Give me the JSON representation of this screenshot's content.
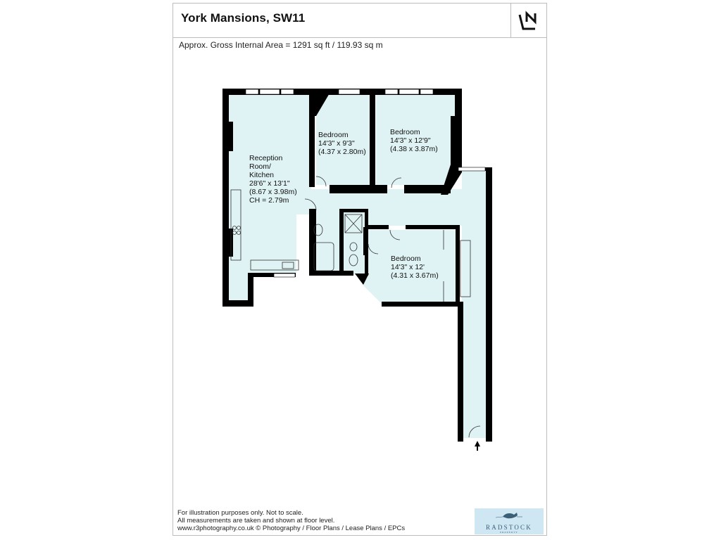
{
  "header": {
    "title": "York Mansions, SW11",
    "area_text": "Approx. Gross Internal Area = 1291 sq ft  /  119.93 sq m"
  },
  "rooms": {
    "reception": {
      "name1": "Reception",
      "name2": "Room/",
      "name3": "Kitchen",
      "dim_imperial": "28'6\" x 13'1\"",
      "dim_metric": "(8.67 x 3.98m)",
      "ceiling": "CH = 2.79m"
    },
    "bedroom1": {
      "name": "Bedroom",
      "dim_imperial": "14'3\" x 9'3\"",
      "dim_metric": "(4.37 x 2.80m)"
    },
    "bedroom2": {
      "name": "Bedroom",
      "dim_imperial": "14'3\" x 12'9\"",
      "dim_metric": "(4.38 x 3.87m)"
    },
    "bedroom3": {
      "name": "Bedroom",
      "dim_imperial": "14'3\" x 12'",
      "dim_metric": "(4.31 x 3.67m)"
    }
  },
  "footer": {
    "line1": "For illustration purposes only. Not to scale.",
    "line2": "All measurements are taken and shown at floor level.",
    "line3": "www.r3photography.co.uk © Photography / Floor Plans / Lease Plans / EPCs"
  },
  "logo": {
    "name": "RADSTOCK",
    "tagline": "PROPERTY"
  },
  "colors": {
    "room_fill": "#dff2f4",
    "wall": "#000000",
    "logo_bg": "#cfe6f3"
  }
}
